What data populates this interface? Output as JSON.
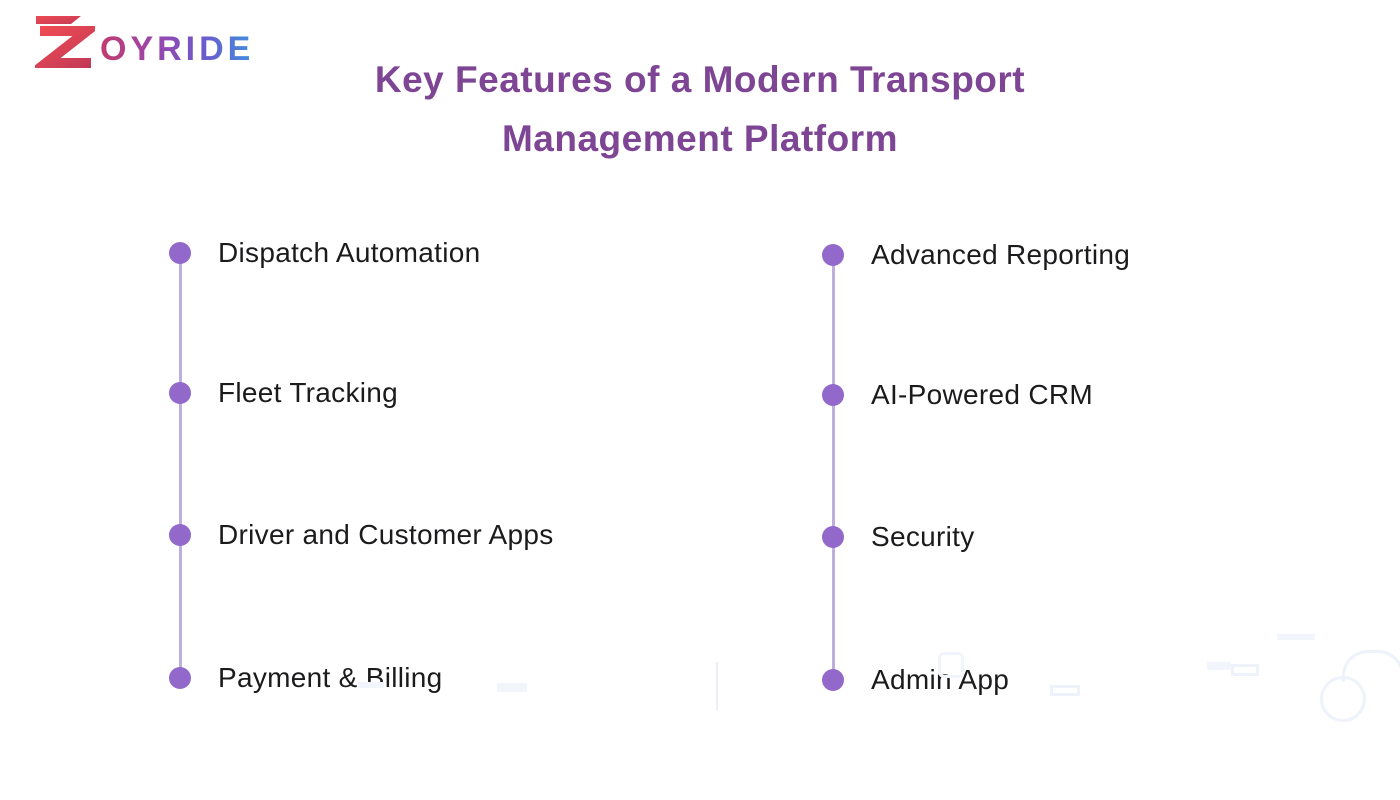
{
  "logo": {
    "brand_text": "OYRIDE",
    "mark": "double-z-icon",
    "mark_colors": {
      "top": "#ee4b53",
      "bottom": "#c43a56"
    },
    "text_gradient": [
      "#c23b6e",
      "#9a45ab",
      "#6b5bcd",
      "#3f8fe0"
    ]
  },
  "title": {
    "line1": "Key Features of a Modern Transport",
    "line2": "Management Platform",
    "color": "#7d4594"
  },
  "features": {
    "left": [
      "Dispatch Automation",
      "Fleet Tracking",
      "Driver and Customer Apps",
      "Payment & Billing"
    ],
    "right": [
      "Advanced Reporting",
      "AI-Powered CRM",
      "Security",
      "Admin App"
    ]
  },
  "colors": {
    "background": "#ffffff",
    "timeline_dot": "#9268cb",
    "timeline_connector": "#bdaede",
    "feature_text": "#1b1b1d",
    "watermark": "#eef3fb"
  }
}
